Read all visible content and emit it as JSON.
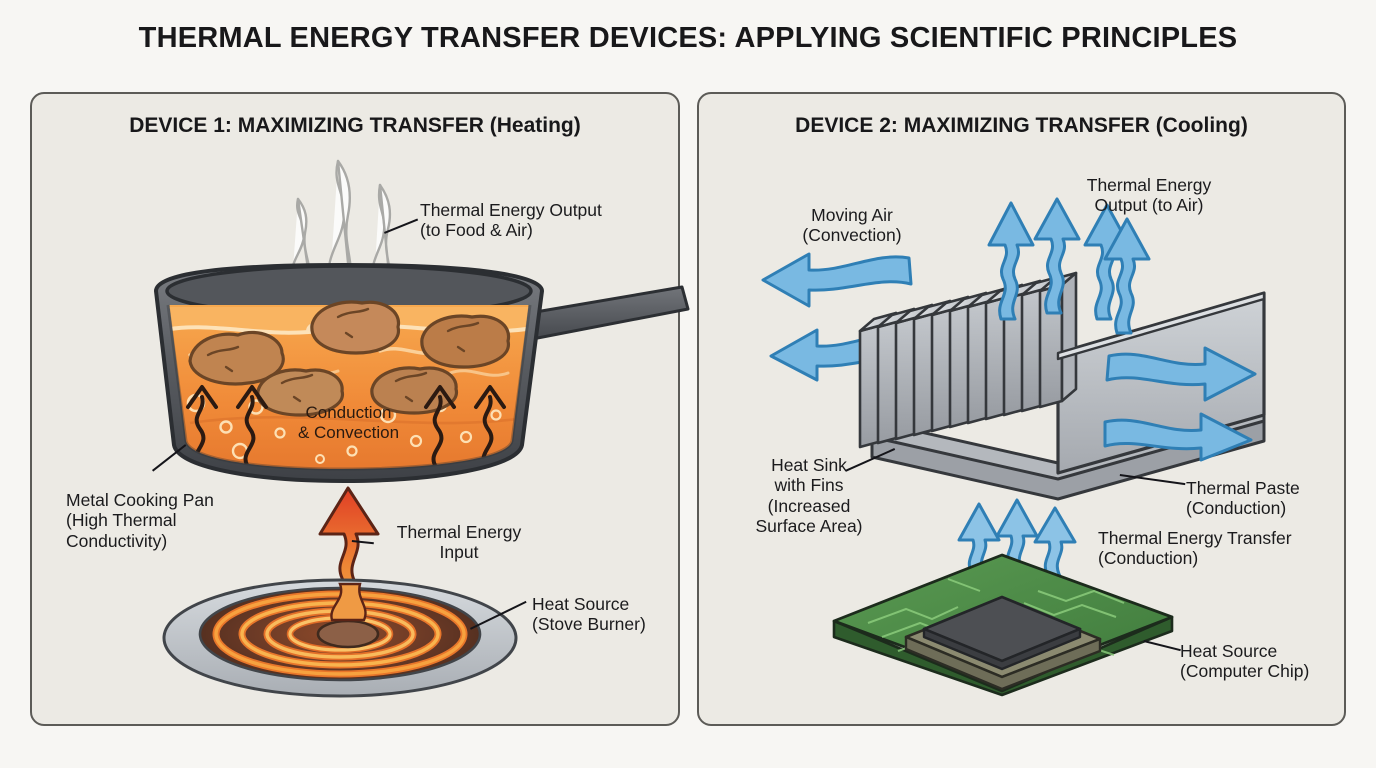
{
  "title": "THERMAL ENERGY TRANSFER DEVICES: APPLYING SCIENTIFIC PRINCIPLES",
  "colors": {
    "background": "#f7f6f3",
    "panel_fill": "#eceae4",
    "panel_border": "#5c5b57",
    "text": "#1b1b1d",
    "heat_orange": "#f0922f",
    "heat_red": "#e0452c",
    "air_blue": "#72b7e0",
    "metal_gray": "#b9bcc0",
    "pcb_green": "#4f8f4a",
    "chip_dark": "#4a4c50",
    "steam_white": "#fbfbfa"
  },
  "panels": [
    {
      "id": "device-1",
      "title": "DEVICE 1: MAXIMIZING TRANSFER (Heating)",
      "labels": [
        {
          "id": "thermal-energy-output",
          "text": "Thermal Energy Output\n(to Food & Air)"
        },
        {
          "id": "metal-cooking-pan",
          "text": "Metal Cooking Pan\n(High Thermal\nConductivity)"
        },
        {
          "id": "conduction-convection",
          "text": "Conduction\n& Convection"
        },
        {
          "id": "thermal-energy-input",
          "text": "Thermal Energy\nInput"
        },
        {
          "id": "heat-source-stove",
          "text": "Heat Source\n(Stove Burner)"
        }
      ],
      "art": {
        "pan": "metal-cooking-pan-illustration",
        "food_chunks": 5,
        "steam_wisps": 3,
        "convection_arrows": 4,
        "burner_rings": 5
      }
    },
    {
      "id": "device-2",
      "title": "DEVICE 2: MAXIMIZING TRANSFER (Cooling)",
      "labels": [
        {
          "id": "moving-air",
          "text": "Moving Air\n(Convection)"
        },
        {
          "id": "thermal-energy-output-air",
          "text": "Thermal Energy\nOutput (to Air)"
        },
        {
          "id": "heat-sink-with-fins",
          "text": "Heat Sink\nwith Fins\n(Increased\nSurface Area)"
        },
        {
          "id": "thermal-paste",
          "text": "Thermal Paste\n(Conduction)"
        },
        {
          "id": "thermal-energy-transfer",
          "text": "Thermal Energy Transfer\n(Conduction)"
        },
        {
          "id": "heat-source-chip",
          "text": "Heat Source\n(Computer Chip)"
        }
      ],
      "art": {
        "heat_sink": "finned-heat-sink-illustration",
        "fin_count": 11,
        "up_arrows": 4,
        "side_air_arrows": 4,
        "chip_arrows": 3
      }
    }
  ]
}
